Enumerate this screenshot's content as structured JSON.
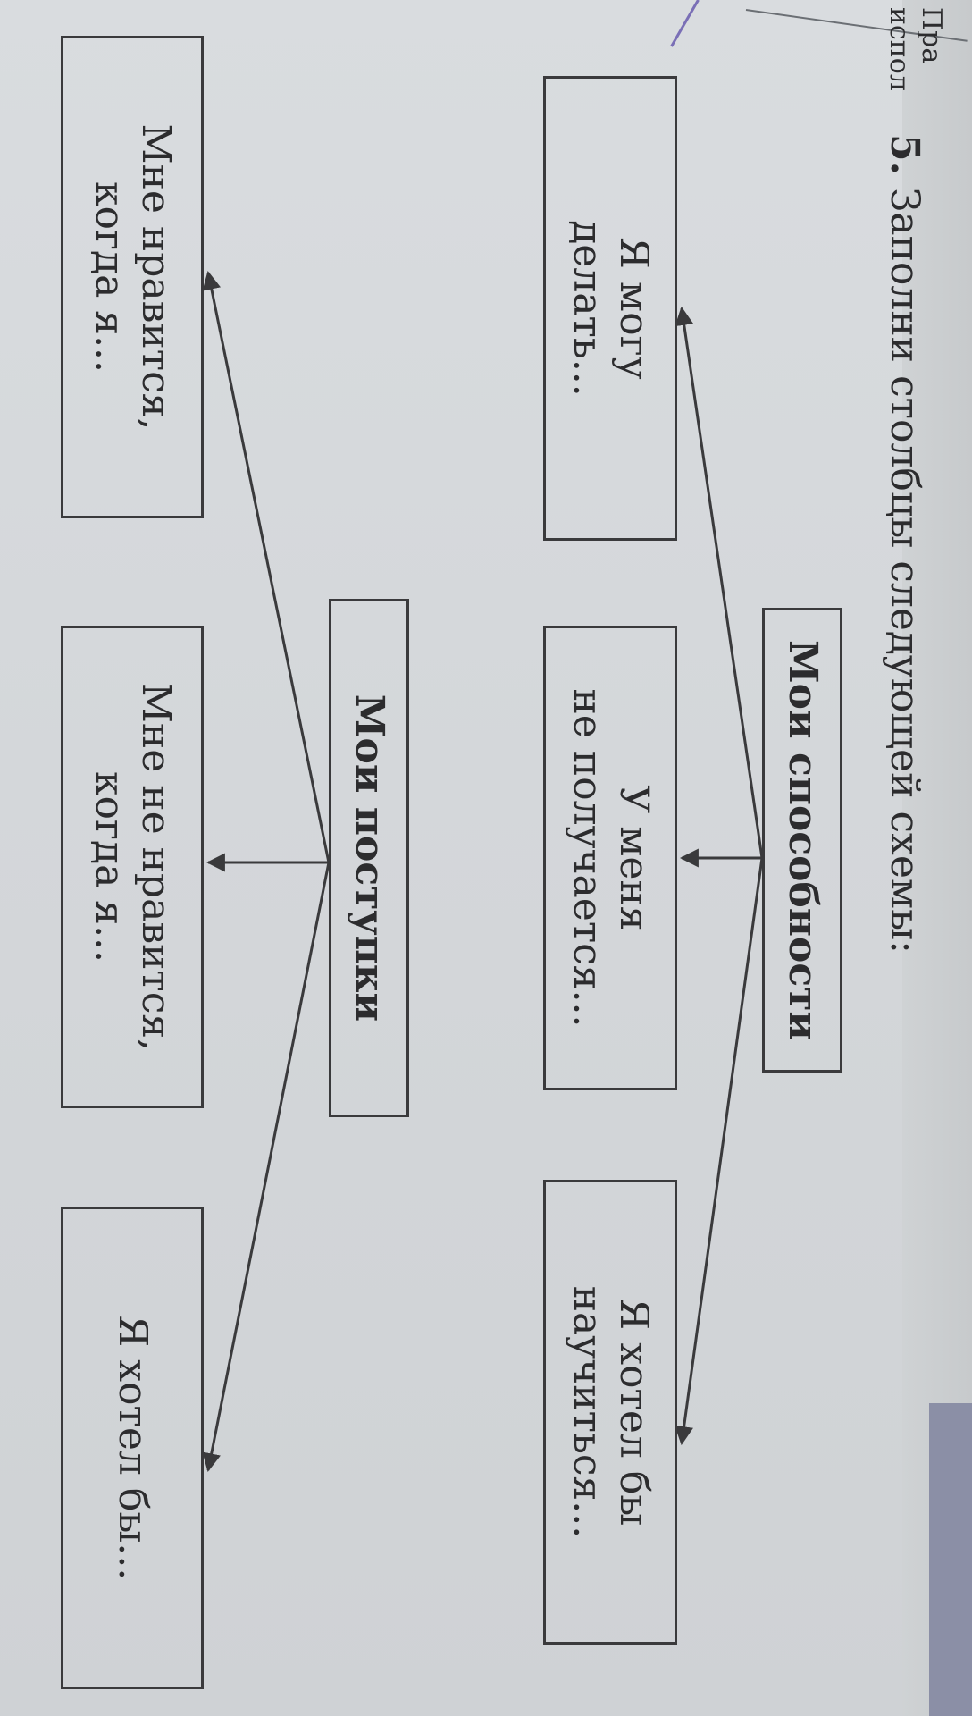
{
  "fragments": [
    "Пра",
    "испол"
  ],
  "exercise": {
    "number": "5.",
    "instruction": "Заполни столбцы следующей схемы:"
  },
  "diagram": {
    "top_center": {
      "lines": [
        "Мои способности"
      ]
    },
    "top_left": {
      "lines": [
        "Я могу",
        "делать..."
      ]
    },
    "top_middle": {
      "lines": [
        "У меня",
        "не получается..."
      ]
    },
    "top_right": {
      "lines": [
        "Я хотел бы",
        "научиться..."
      ]
    },
    "bottom_center": {
      "lines": [
        "Мои поступки"
      ]
    },
    "bottom_left": {
      "lines": [
        "Мне нравится,",
        "когда я..."
      ]
    },
    "bottom_middle": {
      "lines": [
        "Мне не нравится,",
        "когда я..."
      ]
    },
    "bottom_right": {
      "lines": [
        "Я хотел бы..."
      ]
    }
  },
  "colors": {
    "ink": "#2c2c2e",
    "paper": "#d6d9dc"
  }
}
